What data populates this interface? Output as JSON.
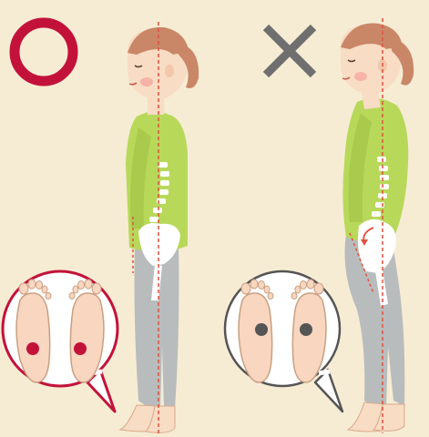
{
  "colors": {
    "background": "#f6ecd4",
    "good_mark": "#c3123a",
    "bad_mark": "#6f6f6f",
    "shirt": "#b8d85a",
    "leggings": "#b9bcbd",
    "skin": "#f8dcc4",
    "hair": "#c98768",
    "plumb_line": "#e0523e",
    "good_pressure_point": "#c3123a",
    "bad_pressure_point": "#555555",
    "skeleton": "#ffffff"
  },
  "panels": [
    {
      "id": "good",
      "mark": "circle-mark-icon",
      "verdict": "correct"
    },
    {
      "id": "bad",
      "mark": "cross-mark-icon",
      "verdict": "incorrect"
    }
  ]
}
